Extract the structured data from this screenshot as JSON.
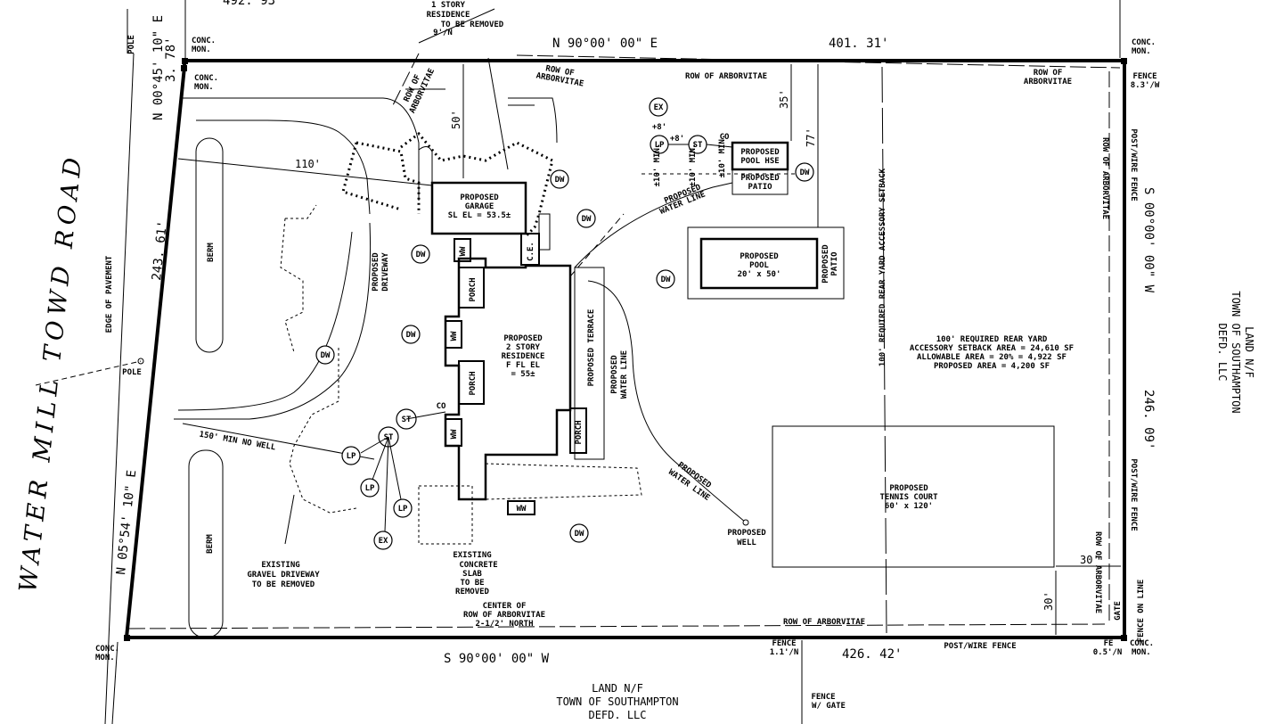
{
  "road": "WATER MILL TOWD ROAD",
  "bearings": {
    "north": "N 90°00' 00\" E",
    "north_dist": "401. 31'",
    "south": "S 90°00' 00\" W",
    "south_dist": "426. 42'",
    "east": "S 00°00' 00\" W",
    "east_dist": "246. 09'",
    "west_top": "N 00°45' 10\" E",
    "west_top_dist": "3. 78'",
    "west": "N 05°54' 10\" E",
    "west_dist": "243. 61'",
    "top_cut": "492. 93'"
  },
  "corners": {
    "mon_tl1": "CONC.",
    "mon_tl1b": "MON.",
    "mon_tl2": "CONC.",
    "mon_tl2b": "MON.",
    "mon_tr": "CONC.",
    "mon_trb": "MON.",
    "mon_bl": "CONC.",
    "mon_blb": "MON.",
    "mon_br": "CONC.",
    "mon_brb": "MON."
  },
  "neighbors": {
    "south_1": "LAND N/F",
    "south_2": "TOWN OF SOUTHAMPTON",
    "south_3": "DEFD. LLC",
    "east_1": "LAND N/F",
    "east_2": "TOWN OF SOUTHAMPTON",
    "east_3": "DEFD. LLC"
  },
  "structures": {
    "garage_1": "PROPOSED",
    "garage_2": "GARAGE",
    "garage_3": "SL EL = 53.5±",
    "res_1": "PROPOSED",
    "res_2": "2 STORY",
    "res_3": "RESIDENCE",
    "res_4": "F FL EL",
    "res_5": "= 55±",
    "pool_1": "PROPOSED",
    "pool_2": "POOL",
    "pool_3": "20' x 50'",
    "poolhse_1": "PROPOSED",
    "poolhse_2": "POOL HSE",
    "patio_1": "PROPOSED",
    "patio_2": "PATIO",
    "pool_patio_1": "PROPOSED",
    "pool_patio_2": "PATIO",
    "tennis_1": "PROPOSED",
    "tennis_2": "TENNIS COURT",
    "tennis_3": "60' x 120'",
    "terrace": "PROPOSED TERRACE",
    "porch": "PORCH",
    "ww": "WW",
    "ce": "C.E.",
    "driveway_1": "PROPOSED",
    "driveway_2": "DRIVEWAY",
    "berm": "BERM",
    "old_1": "1 STORY",
    "old_2": "RESIDENCE",
    "old_3": "TO BE REMOVED",
    "old_4": "9'/N"
  },
  "notes": {
    "setback_1": "100' REQUIRED REAR YARD",
    "setback_2": "ACCESSORY SETBACK AREA = 24,610 SF",
    "setback_3": "ALLOWABLE AREA = 20% = 4,922 SF",
    "setback_4": "PROPOSED AREA = 4,200 SF",
    "setback_line": "100' REQUIRED REAR YARD ACCESSORY SETBACK",
    "arb": "ROW OF ARBORVITAE",
    "arb_a": "ROW OF",
    "arb_b": "ARBORVITAE",
    "post_wire": "POST/WIRE FENCE",
    "fence": "FENCE",
    "fence_tr": "8.3'/W",
    "fence_b": "1.1'/N",
    "fence_br": "0.5'/N",
    "fence_gate_1": "FENCE",
    "fence_gate_2": "W/ GATE",
    "fence_line": "FENCE ON LINE",
    "gate": "GATE",
    "fe": "FE",
    "pole": "POLE",
    "edge": "EDGE OF PAVEMENT",
    "no_well": "150' MIN NO WELL",
    "gravel_1": "EXISTING",
    "gravel_2": "GRAVEL DRIVEWAY",
    "gravel_3": "TO BE REMOVED",
    "slab_1": "EXISTING",
    "slab_2": "CONCRETE",
    "slab_3": "SLAB",
    "slab_4": "TO BE",
    "slab_5": "REMOVED",
    "center_1": "CENTER OF",
    "center_2": "ROW OF ARBORVITAE",
    "center_3": "2-1/2' NORTH",
    "water_line_1": "PROPOSED",
    "water_line_2": "WATER LINE",
    "well_1": "PROPOSED",
    "well_2": "WELL",
    "co": "CO",
    "min10": "±10' MIN.",
    "plus8": "+8'"
  },
  "symbols": {
    "dw": "DW",
    "lp": "LP",
    "st": "ST",
    "ex": "EX"
  },
  "dims": {
    "d110": "110'",
    "d50": "50'",
    "d35": "35'",
    "d77": "77'",
    "d30a": "30'",
    "d30b": "30'"
  }
}
